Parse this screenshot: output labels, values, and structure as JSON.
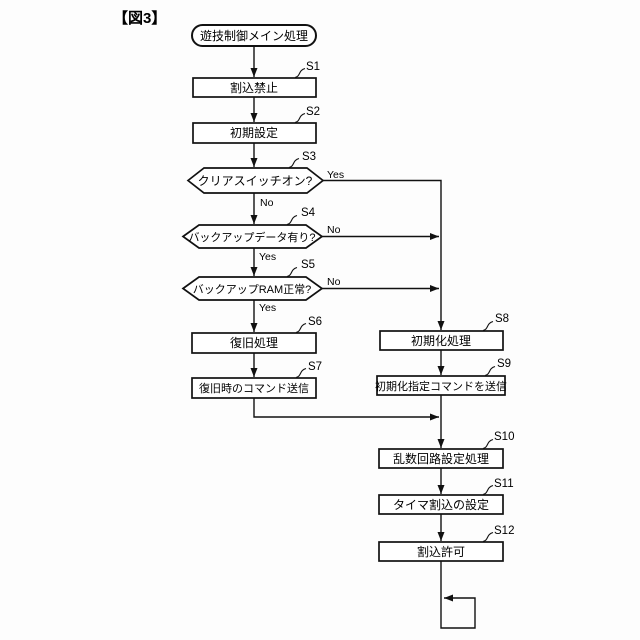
{
  "page": {
    "background": "#fdfdfd",
    "line_color": "#111111"
  },
  "figure": {
    "caption": "【図3】",
    "start_node": "遊技制御メイン処理",
    "branch": {
      "yes": "Yes",
      "no": "No"
    },
    "steps": [
      {
        "id": "S1",
        "label": "割込禁止",
        "shape": "process"
      },
      {
        "id": "S2",
        "label": "初期設定",
        "shape": "process"
      },
      {
        "id": "S3",
        "label": "クリアスイッチオン?",
        "shape": "decision"
      },
      {
        "id": "S4",
        "label": "バックアップデータ有り?",
        "shape": "decision"
      },
      {
        "id": "S5",
        "label": "バックアップRAM正常?",
        "shape": "decision"
      },
      {
        "id": "S6",
        "label": "復旧処理",
        "shape": "process"
      },
      {
        "id": "S7",
        "label": "復旧時のコマンド送信",
        "shape": "process"
      },
      {
        "id": "S8",
        "label": "初期化処理",
        "shape": "process"
      },
      {
        "id": "S9",
        "label": "初期化指定コマンドを送信",
        "shape": "process"
      },
      {
        "id": "S10",
        "label": "乱数回路設定処理",
        "shape": "process"
      },
      {
        "id": "S11",
        "label": "タイマ割込の設定",
        "shape": "process"
      },
      {
        "id": "S12",
        "label": "割込許可",
        "shape": "process"
      }
    ]
  }
}
